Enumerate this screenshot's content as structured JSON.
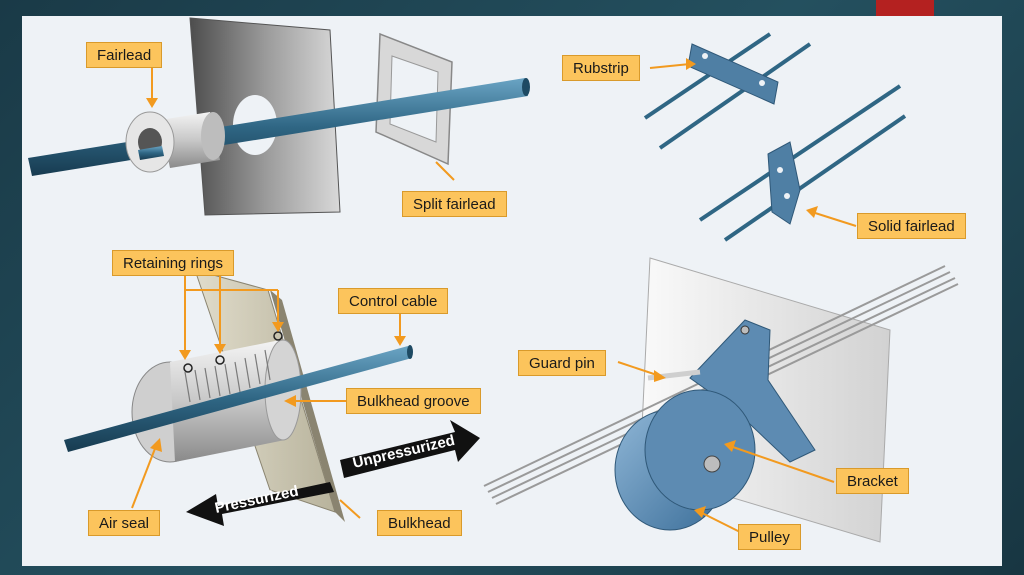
{
  "labels": {
    "fairlead": "Fairlead",
    "split_fairlead": "Split fairlead",
    "rubstrip": "Rubstrip",
    "solid_fairlead": "Solid fairlead",
    "retaining_rings": "Retaining rings",
    "control_cable": "Control cable",
    "guard_pin": "Guard pin",
    "bulkhead_groove": "Bulkhead groove",
    "air_seal": "Air seal",
    "bulkhead": "Bulkhead",
    "bracket": "Bracket",
    "pulley": "Pulley"
  },
  "arrows": {
    "unpressurized": "Unpressurized",
    "pressurized": "Pressurized"
  },
  "colors": {
    "label_fill": "#fcc45c",
    "leader": "#f29a1f",
    "cable": "#2f6684",
    "accent_tab": "#b42120"
  }
}
